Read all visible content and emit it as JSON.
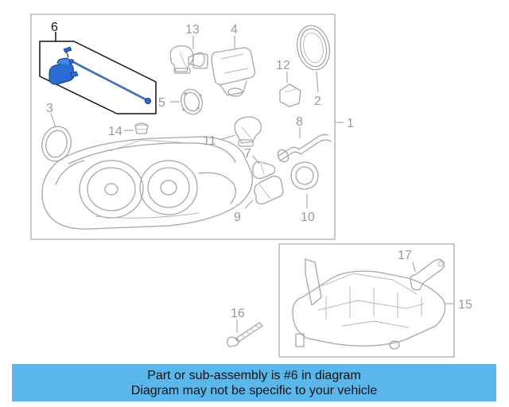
{
  "diagram": {
    "callouts": [
      {
        "id": "6",
        "highlight": true
      },
      {
        "id": "13"
      },
      {
        "id": "4"
      },
      {
        "id": "12"
      },
      {
        "id": "2"
      },
      {
        "id": "1"
      },
      {
        "id": "3"
      },
      {
        "id": "5"
      },
      {
        "id": "14"
      },
      {
        "id": "11"
      },
      {
        "id": "8"
      },
      {
        "id": "7"
      },
      {
        "id": "9"
      },
      {
        "id": "10"
      },
      {
        "id": "17"
      },
      {
        "id": "15"
      },
      {
        "id": "16"
      }
    ],
    "highlight_color": "#2a6bd6",
    "line_color": "#a6a6a6"
  },
  "banner": {
    "line1": "Part or sub-assembly is #6 in diagram",
    "line2": "Diagram may not be specific to your vehicle",
    "background": "#5ab7ec"
  }
}
